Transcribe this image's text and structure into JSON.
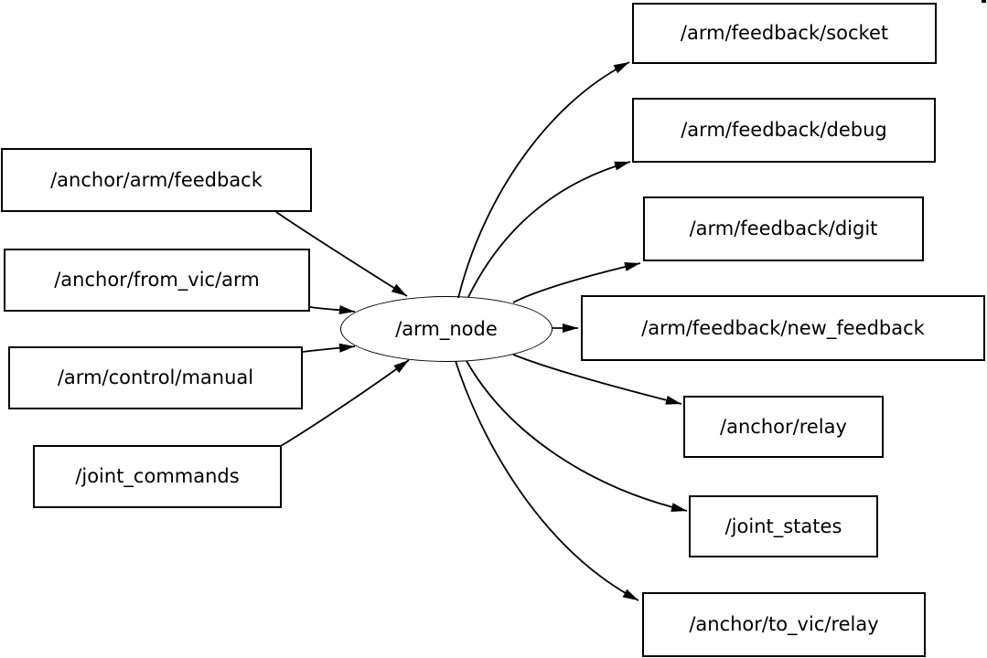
{
  "diagram": {
    "node": {
      "label": "/arm_node"
    },
    "subscribed_topics": [
      {
        "label": "/anchor/arm/feedback"
      },
      {
        "label": "/anchor/from_vic/arm"
      },
      {
        "label": "/arm/control/manual"
      },
      {
        "label": "/joint_commands"
      }
    ],
    "published_topics": [
      {
        "label": "/arm/feedback/socket"
      },
      {
        "label": "/arm/feedback/debug"
      },
      {
        "label": "/arm/feedback/digit"
      },
      {
        "label": "/arm/feedback/new_feedback"
      },
      {
        "label": "/anchor/relay"
      },
      {
        "label": "/joint_states"
      },
      {
        "label": "/anchor/to_vic/relay"
      }
    ],
    "edges": [
      {
        "from": "/anchor/arm/feedback",
        "to": "/arm_node"
      },
      {
        "from": "/anchor/from_vic/arm",
        "to": "/arm_node"
      },
      {
        "from": "/arm/control/manual",
        "to": "/arm_node"
      },
      {
        "from": "/joint_commands",
        "to": "/arm_node"
      },
      {
        "from": "/arm_node",
        "to": "/arm/feedback/socket"
      },
      {
        "from": "/arm_node",
        "to": "/arm/feedback/debug"
      },
      {
        "from": "/arm_node",
        "to": "/arm/feedback/digit"
      },
      {
        "from": "/arm_node",
        "to": "/arm/feedback/new_feedback"
      },
      {
        "from": "/arm_node",
        "to": "/anchor/relay"
      },
      {
        "from": "/arm_node",
        "to": "/joint_states"
      },
      {
        "from": "/arm_node",
        "to": "/anchor/to_vic/relay"
      }
    ],
    "colors": {
      "stroke": "#000000",
      "fill": "#ffffff",
      "text": "#000000",
      "background": "#ffffff"
    }
  }
}
